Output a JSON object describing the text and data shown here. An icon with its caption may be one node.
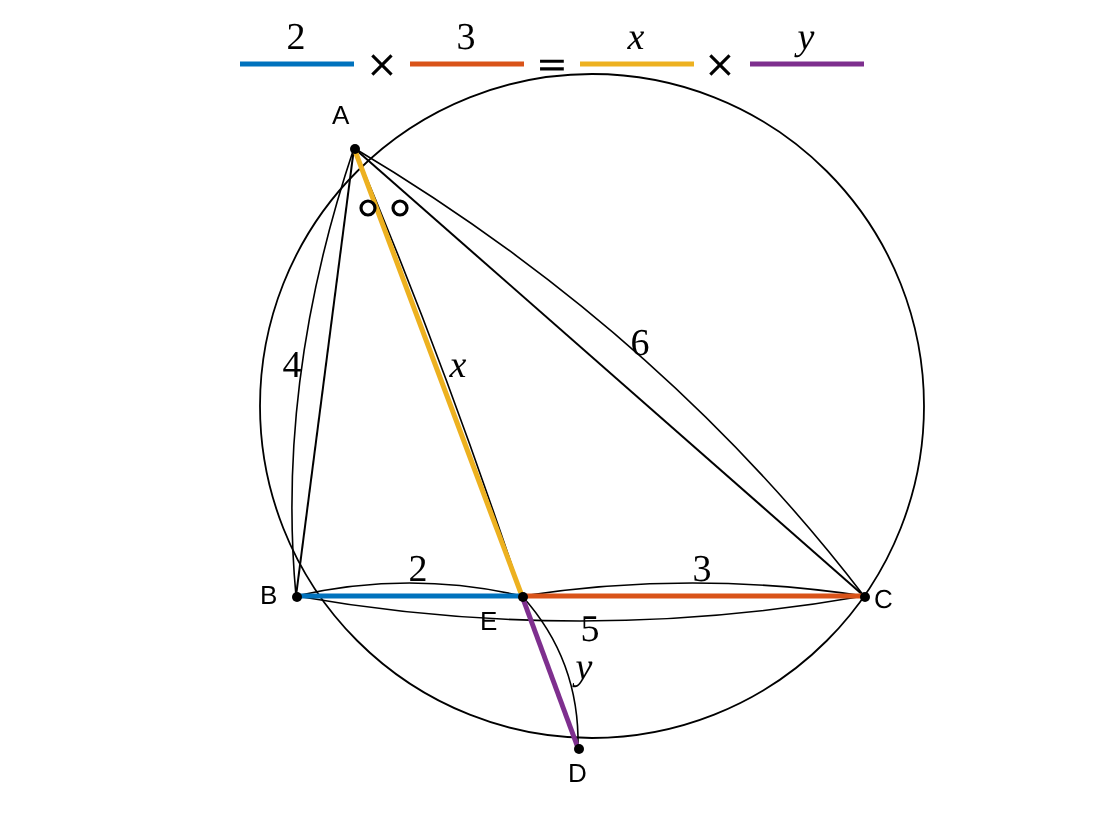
{
  "diagram": {
    "nodes": [
      {
        "text": [
          "A"
        ]
      },
      {
        "text": [
          "B"
        ]
      },
      {
        "text": [
          "E"
        ]
      },
      {
        "text": [
          "C"
        ]
      },
      {
        "text": [
          "D"
        ]
      }
    ],
    "edges": [
      {
        "from": 0,
        "to": 1,
        "arrow": "none"
      },
      {
        "from": 0,
        "to": 3,
        "arrow": "none"
      },
      {
        "from": 0,
        "to": 2,
        "arrow": "none",
        "color": "#edb120"
      },
      {
        "from": 1,
        "to": 2,
        "arrow": "none",
        "color": "#0072bd"
      },
      {
        "from": 2,
        "to": 3,
        "arrow": "none",
        "color": "#d95319"
      },
      {
        "from": 2,
        "to": 4,
        "arrow": "none",
        "color": "#7e2f8e"
      }
    ],
    "labels": [
      "2",
      "×",
      "3",
      "=",
      "x",
      "×",
      "y",
      "4",
      "x",
      "6",
      "2",
      "3",
      "5",
      "y"
    ]
  }
}
